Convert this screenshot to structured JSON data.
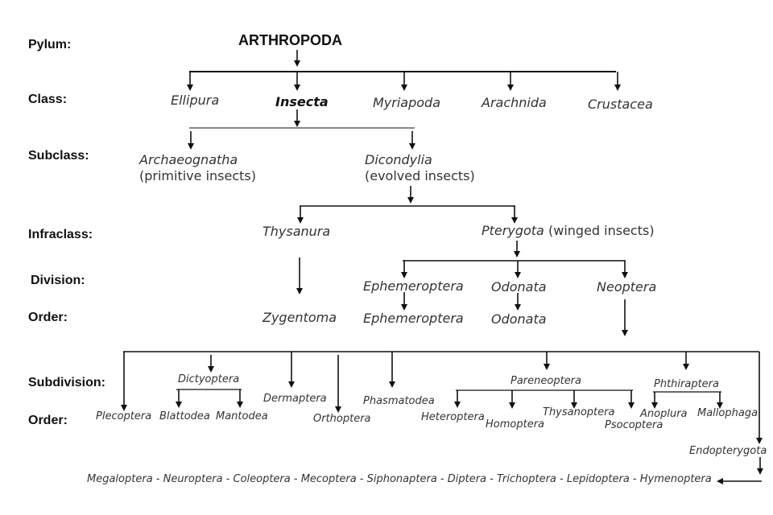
{
  "ranks": {
    "phylum": "Pylum:",
    "class": "Class:",
    "subclass": "Subclass:",
    "infraclass": "Infraclass:",
    "division": "Division:",
    "order1": "Order:",
    "subdivision": "Subdivision:",
    "order2": "Order:"
  },
  "phylum": "ARTHROPODA",
  "classes": [
    "Ellipura",
    "Insecta",
    "Myriapoda",
    "Arachnida",
    "Crustacea"
  ],
  "subclasses": {
    "archaeognatha": "Archaeognatha",
    "archaeognatha_note": "(primitive insects)",
    "dicondylia": "Dicondylia",
    "dicondylia_note": "(evolved insects)"
  },
  "infraclasses": {
    "thysanura": "Thysanura",
    "pterygota": "Pterygota",
    "pterygota_note": "(winged insects)"
  },
  "divisions": [
    "Ephemeroptera",
    "Odonata",
    "Neoptera"
  ],
  "orders_row1": [
    "Zygentoma",
    "Ephemeroptera",
    "Odonata"
  ],
  "subdivisions": {
    "dictyoptera": "Dictyoptera",
    "dermaptera": "Dermaptera",
    "phasmatodea": "Phasmatodea",
    "pareneoptera": "Pareneoptera",
    "phthiraptera": "Phthiraptera",
    "endopterygota": "Endopterygota"
  },
  "orders_row2": {
    "plecoptera": "Plecoptera",
    "blattodea": "Blattodea",
    "mantodea": "Mantodea",
    "orthoptera": "Orthoptera",
    "heteroptera": "Heteroptera",
    "homoptera": "Homoptera",
    "thysanoptera": "Thysanoptera",
    "psocoptera": "Psocoptera",
    "anoplura": "Anoplura",
    "mallophaga": "Mallophaga"
  },
  "endopterygota_orders": "Megaloptera - Neuroptera - Coleoptera - Mecoptera - Siphonaptera - Diptera - Trichoptera - Lepidoptera - Hymenoptera",
  "colors": {
    "line": "#111111",
    "text": "#333333"
  }
}
